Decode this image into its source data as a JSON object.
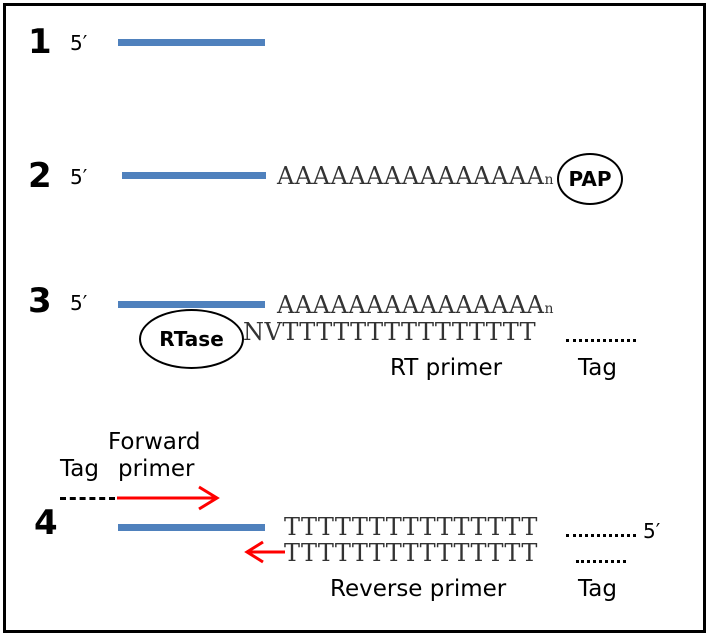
{
  "figure": {
    "five_prime": "5′",
    "steps": [
      {
        "number": "1"
      },
      {
        "number": "2",
        "poly_a": "AAAAAAAAAAAAAAA",
        "subscript": "n",
        "enzyme": "PAP"
      },
      {
        "number": "3",
        "poly_a": "AAAAAAAAAAAAAAA",
        "subscript": "n",
        "primer_seq": "NVTTTTTTTTTTTTTTT",
        "enzyme": "RTase",
        "primer_label": "RT primer",
        "tag_label": "Tag"
      },
      {
        "number": "4",
        "tag_label_left": "Tag",
        "forward_label_line1": "Forward",
        "forward_label_line2": "primer",
        "poly_t_top": "TTTTTTTTTTTTTTT",
        "poly_t_bottom": "TTTTTTTTTTTTTTT",
        "reverse_label": "Reverse primer",
        "tag_label_right": "Tag"
      }
    ],
    "colors": {
      "rna": "#4f81bd",
      "primer_arrow": "#ff0000",
      "frame": "#000000"
    }
  }
}
